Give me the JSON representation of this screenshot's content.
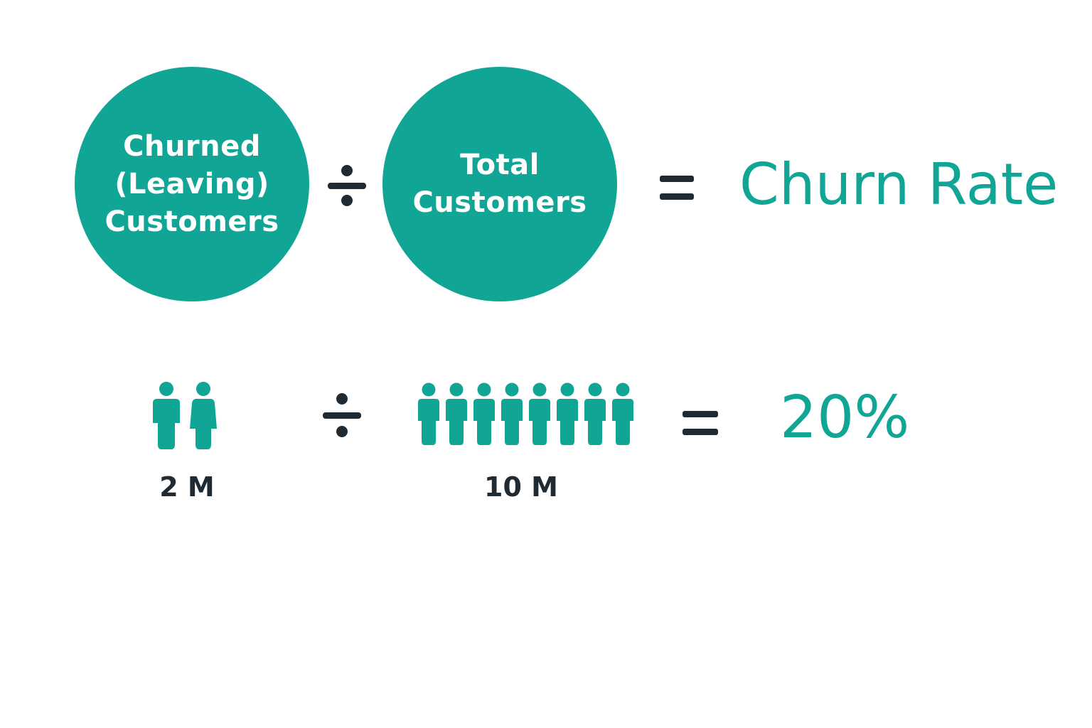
{
  "formula": {
    "numerator_label": "Churned\n(Leaving)\nCustomers",
    "denominator_label": "Total\nCustomers",
    "result_label": "Churn Rate"
  },
  "example": {
    "churned_count": "2 M",
    "total_count": "10 M",
    "result_value": "20%",
    "churned_people_icons": 2,
    "total_people_icons": 8
  },
  "colors": {
    "accent": "#11a595",
    "operator": "#1f2a33",
    "background": "#ffffff"
  },
  "icons": {
    "divide": "divide-icon",
    "equals": "equals-icon",
    "person_male": "person-icon",
    "person_female": "person-female-icon"
  }
}
